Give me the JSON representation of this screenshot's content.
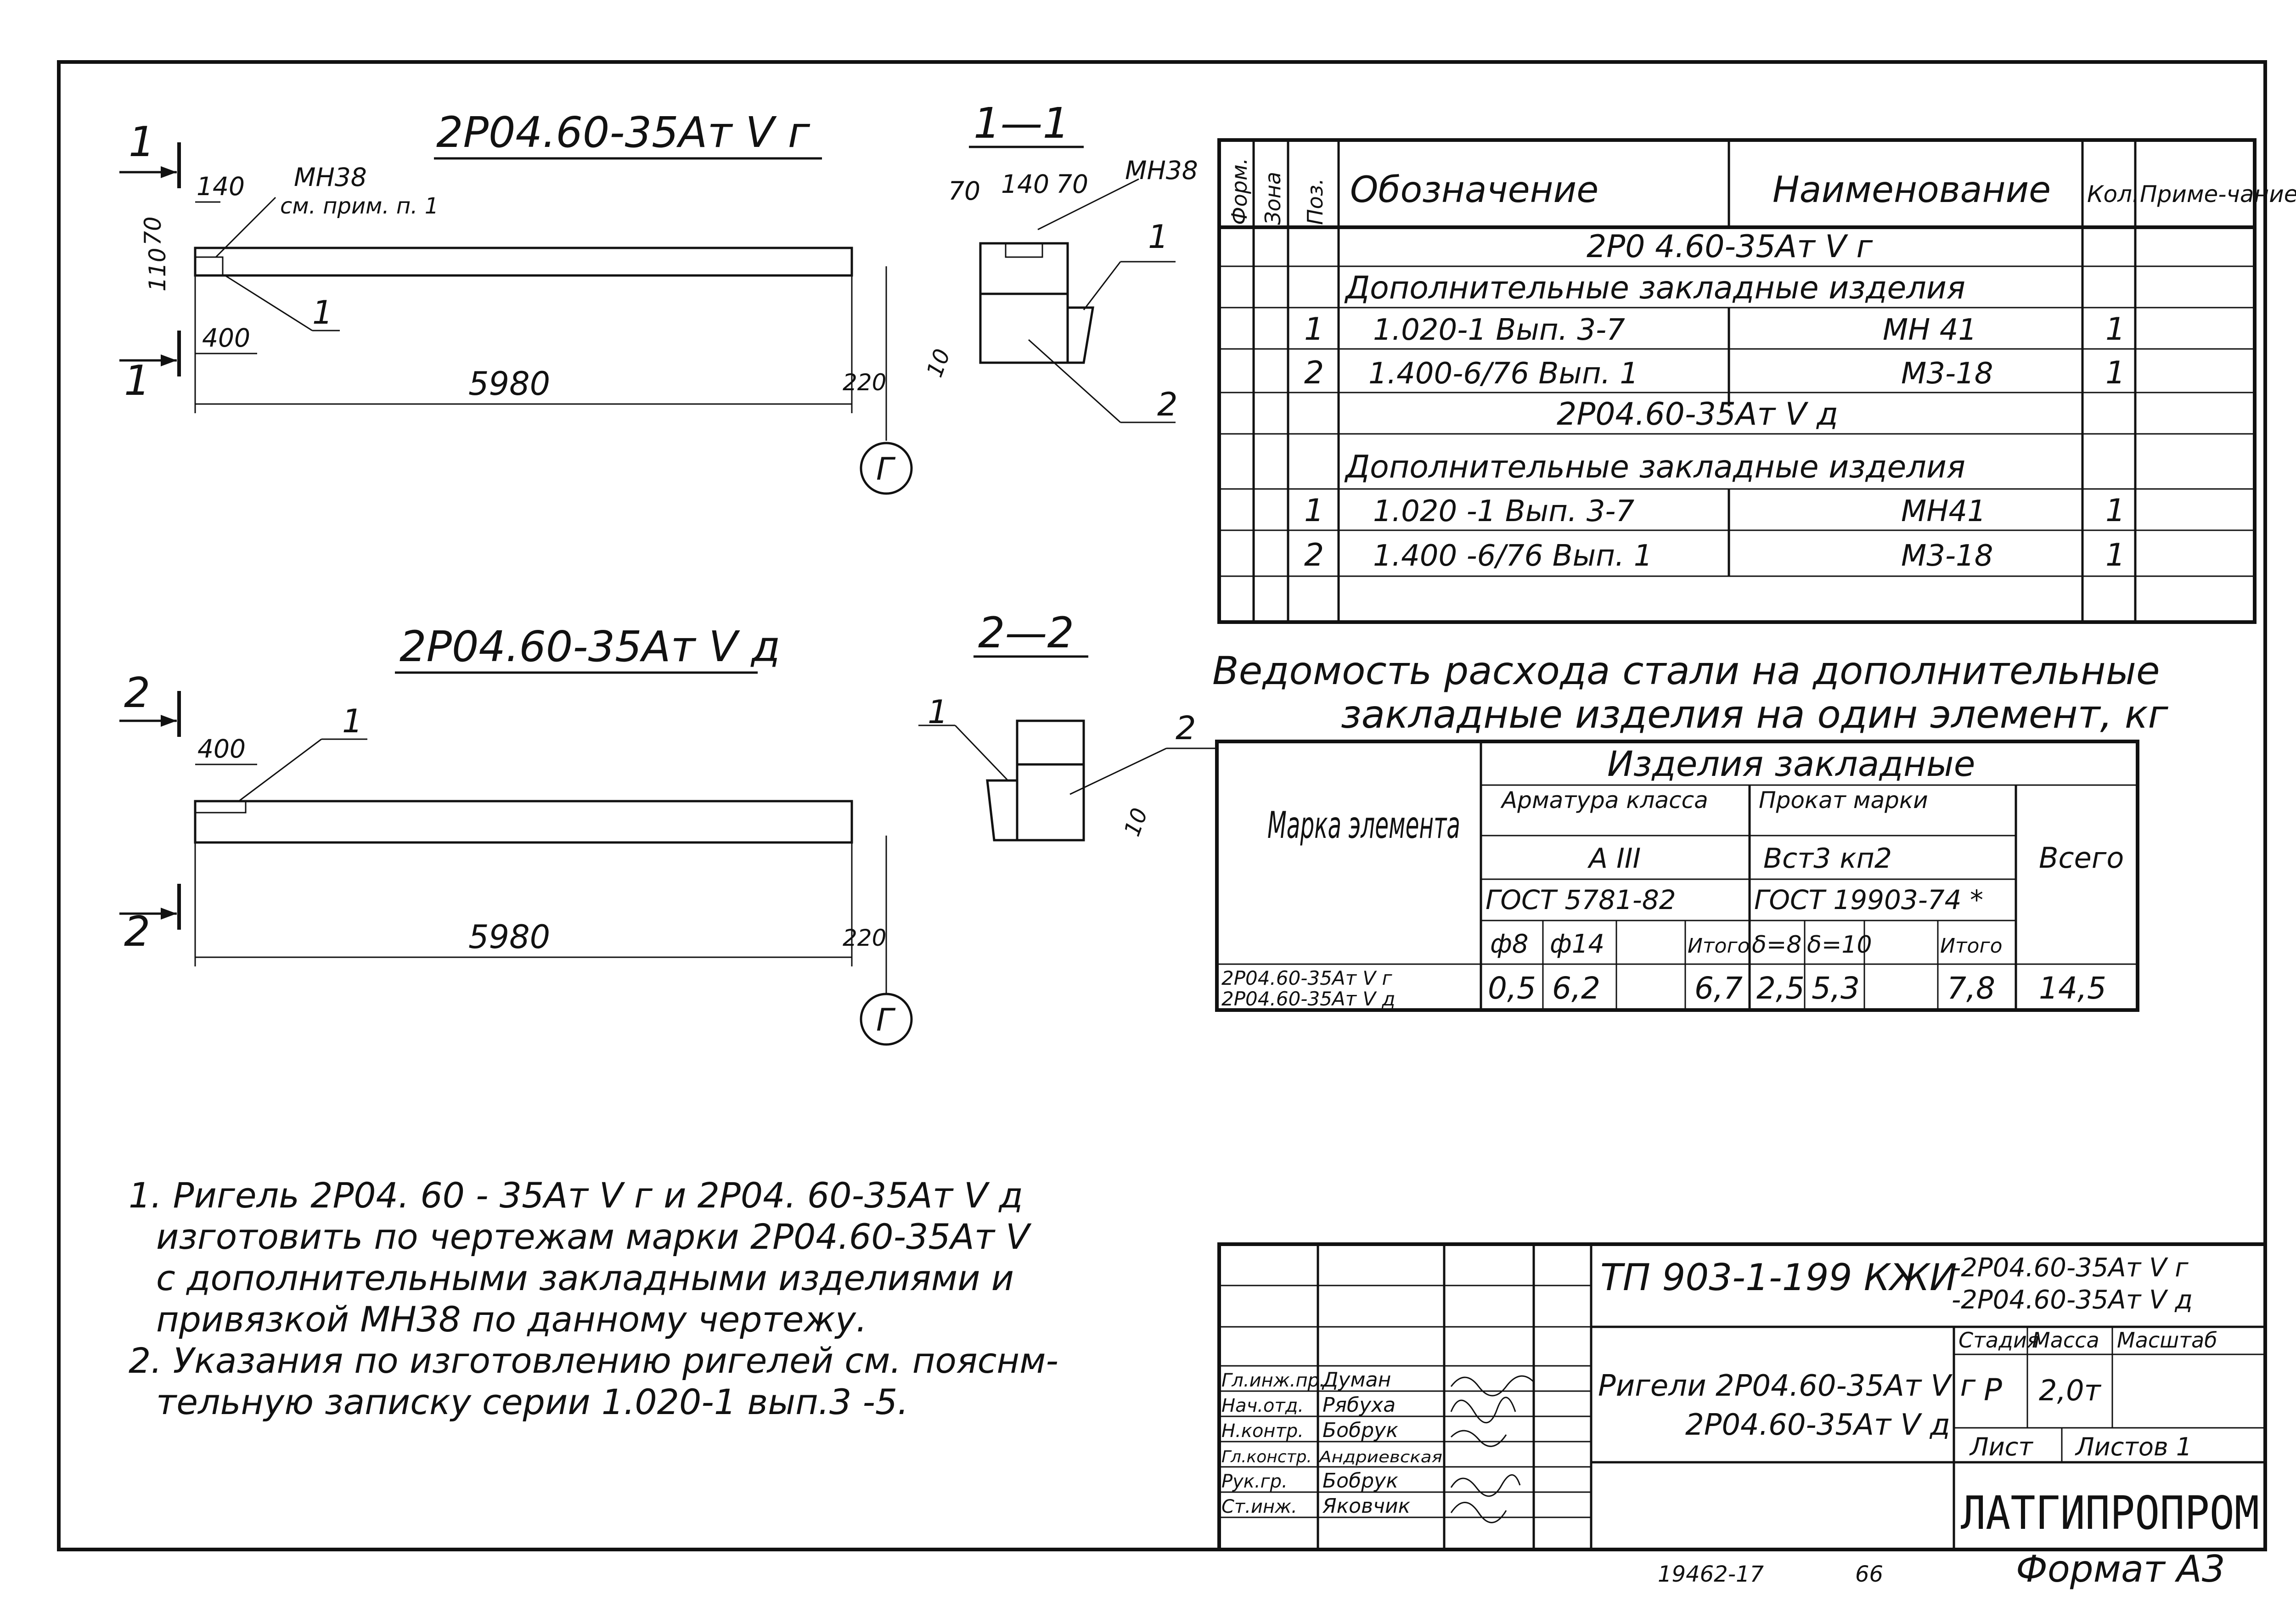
{
  "drawing": {
    "title_a": "2Р04.60-35Ат V г",
    "title_d": "2Р04.60-35Ат V д",
    "section_1": "1—1",
    "section_2": "2—2",
    "cut_1": "1",
    "cut_2": "2",
    "pos_1": "1",
    "pos_2": "2",
    "axis_g": "Г",
    "dims": {
      "d140": "140",
      "d110": "110",
      "d70": "70",
      "d400": "400",
      "d5980": "5980",
      "d220": "220",
      "d70b": "70",
      "d140b": "140",
      "d70c": "70",
      "d10": "10"
    },
    "mn38": "МН38",
    "mn38_note": "см. прим. п. 1"
  },
  "spec_table": {
    "headers": [
      "Форм.",
      "Зона",
      "Поз.",
      "Обозначение",
      "Наименование",
      "Кол.",
      "Приме-чание"
    ],
    "rows": [
      {
        "pos": "",
        "code": "",
        "name": "2Р0 4.60-35Ат V г",
        "qty": "",
        "span": true
      },
      {
        "pos": "",
        "code": "",
        "name": "Дополнительные закладные изделия",
        "qty": "",
        "span": true
      },
      {
        "pos": "1",
        "code": "1.020-1  Вып. 3-7",
        "name": "МН 41",
        "qty": "1"
      },
      {
        "pos": "2",
        "code": "1.400-6/76  Вып. 1",
        "name": "М3-18",
        "qty": "1"
      },
      {
        "pos": "",
        "code": "",
        "name": "2Р04.60-35Ат V д",
        "qty": "",
        "span": true
      },
      {
        "pos": "",
        "code": "",
        "name": "Дополнительные закладные изделия",
        "qty": "",
        "span": true
      },
      {
        "pos": "1",
        "code": "1.020 -1  Вып. 3-7",
        "name": "МН41",
        "qty": "1"
      },
      {
        "pos": "2",
        "code": "1.400 -6/76  Вып. 1",
        "name": "М3-18",
        "qty": "1"
      }
    ]
  },
  "steel": {
    "title_line1": "Ведомость расхода стали на дополнительные",
    "title_line2": "закладные изделия на один элемент, кг",
    "h_mark": "Марка элемента",
    "h_items": "Изделия закладные",
    "h_rebar": "Арматура класса",
    "h_rolled": "Прокат марки",
    "h_total": "Всего",
    "h_a3": "А III",
    "h_vst": "Вст3 кп2",
    "h_gost1": "ГОСТ 5781-82",
    "h_gost2": "ГОСТ 19903-74 *",
    "cols": [
      "ф8",
      "ф14",
      "",
      "Итого",
      "δ=8",
      "δ=10",
      "",
      "Итого"
    ],
    "row_mark1": "2Р04.60-35Ат V г",
    "row_mark2": "2Р04.60-35Ат V д",
    "values": [
      "0,5",
      "6,2",
      "",
      "6,7",
      "2,5",
      "5,3",
      "",
      "7,8"
    ],
    "total": "14,5"
  },
  "notes": {
    "n1_l1": "1. Ригель  2Р04. 60 - 35Ат V г и 2Р04. 60-35Ат V д",
    "n1_l2": "изготовить  по чертежам марки 2Р04.60-35Ат V",
    "n1_l3": "с дополнительными закладными изделиями и",
    "n1_l4": "привязкой МН38  по данному чертежу.",
    "n2_l1": "2. Указания по изготовлению ригелей см. пояснм-",
    "n2_l2": "тельную записку серии 1.020-1 вып.3 -5."
  },
  "stamp": {
    "code": "ТП 903-1-199   КЖИ",
    "code_mark1": "-2Р04.60-35Ат V г",
    "code_mark2": "-2Р04.60-35Ат V д",
    "name1": "Ригели 2Р04.60-35Ат V г",
    "name2": "2Р04.60-35Ат V д",
    "h_stage": "Стадия",
    "h_mass": "Масса",
    "h_scale": "Масштаб",
    "stage": "Р",
    "mass": "2,0т",
    "sheet": "Лист",
    "sheets": "Листов 1",
    "org": "ЛАТГИПРОПРОМ",
    "people": [
      {
        "role": "Гл.инж.пр.",
        "name": "Думан"
      },
      {
        "role": "Нач.отд.",
        "name": "Рябуха"
      },
      {
        "role": "Н.контр.",
        "name": "Бобрук"
      },
      {
        "role": "Гл.констр.",
        "name": "Андриевская"
      },
      {
        "role": "Рук.гр.",
        "name": "Бобрук"
      },
      {
        "role": "Ст.инж.",
        "name": "Яковчик"
      }
    ]
  },
  "footer": {
    "num": "19462-17",
    "page": "66",
    "format": "Формат А3"
  }
}
